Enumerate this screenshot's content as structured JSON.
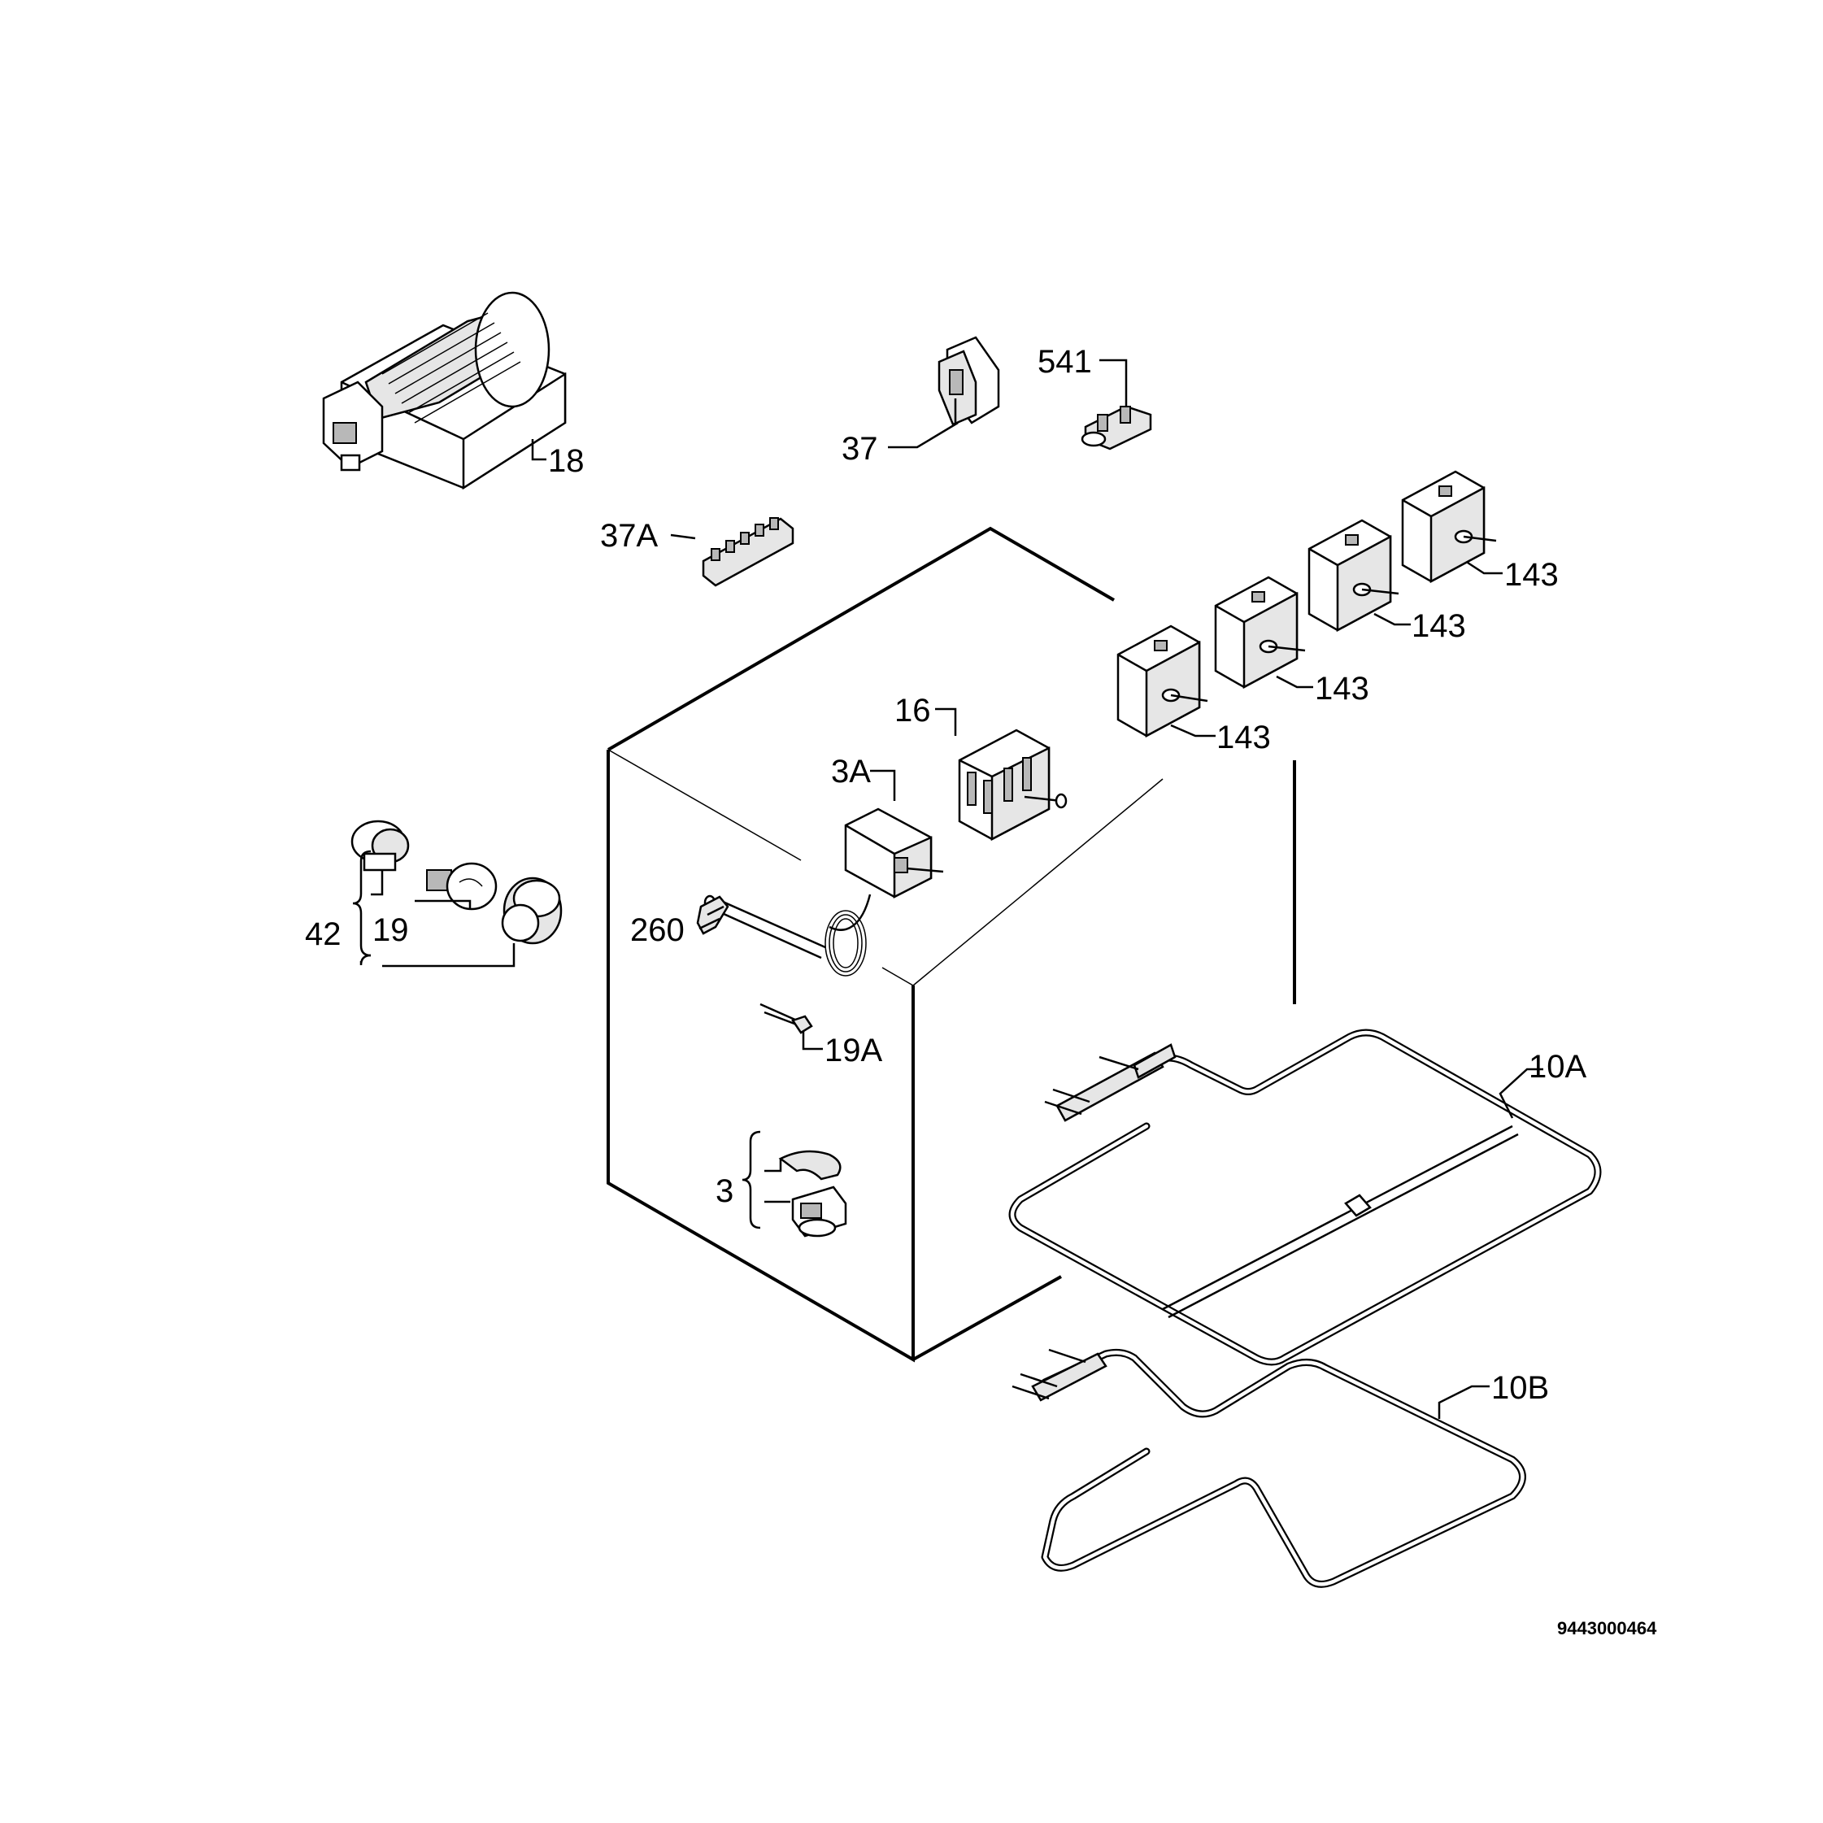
{
  "diagram_code": "9443000464",
  "labels": {
    "fan": "18",
    "part_37": "37",
    "part_541": "541",
    "part_37a": "37A",
    "knob_1": "143",
    "knob_2": "143",
    "knob_3": "143",
    "knob_4": "143",
    "knob_5": "143",
    "part_16": "16",
    "part_3a": "3A",
    "part_260": "260",
    "part_42": "42",
    "part_19": "19",
    "part_19a": "19A",
    "part_3": "3",
    "part_10a": "10A",
    "part_10b": "10B"
  }
}
